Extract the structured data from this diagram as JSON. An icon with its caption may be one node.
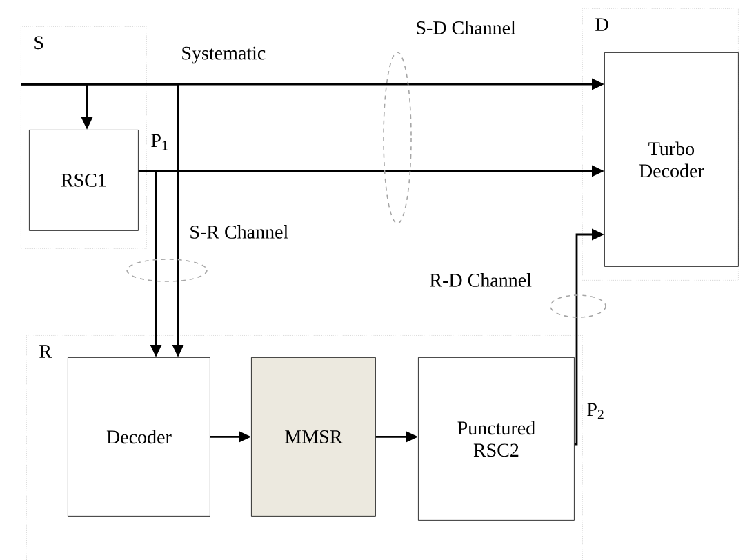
{
  "diagram": {
    "nodes": [
      {
        "text": [
          "S"
        ]
      },
      {
        "text": [
          "RSC1"
        ],
        "in": 0
      },
      {
        "text": [
          "D"
        ]
      },
      {
        "text": [
          "Turbo Decoder"
        ],
        "in": 2
      },
      {
        "text": [
          "R"
        ]
      },
      {
        "text": [
          "Decoder"
        ],
        "in": 4
      },
      {
        "text": [
          "MMSR"
        ],
        "in": 4
      },
      {
        "text": [
          "Punctured RSC2"
        ],
        "in": 4
      }
    ],
    "edges": [
      {
        "from": 0,
        "to": 3,
        "arrow": "to",
        "label": "Systematic"
      },
      {
        "from": 0,
        "to": 1,
        "arrow": "to"
      },
      {
        "from": 0,
        "to": 5,
        "arrow": "to"
      },
      {
        "from": 1,
        "to": 3,
        "arrow": "to",
        "label": "P$_{1}$"
      },
      {
        "from": 1,
        "to": 5,
        "arrow": "to"
      },
      {
        "from": 5,
        "to": 6,
        "arrow": "to"
      },
      {
        "from": 6,
        "to": 7,
        "arrow": "to"
      },
      {
        "from": 7,
        "to": 3,
        "arrow": "to",
        "label": "P$_{2}$"
      }
    ],
    "labels": [
      "S-D Channel",
      "S-R Channel",
      "R-D Channel"
    ]
  }
}
